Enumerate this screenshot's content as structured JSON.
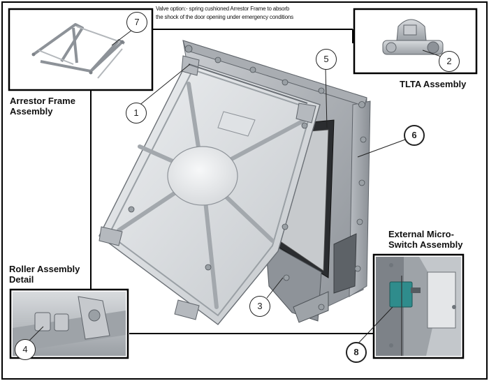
{
  "note": {
    "line1": "Valve option:- spring cushioned Arrestor Frame to absorb",
    "line2": "the shock of the door opening under emergency conditions"
  },
  "labels": {
    "arrestor_line1": "Arrestor Frame",
    "arrestor_line2": "Assembly",
    "tlta": "TLTA Assembly",
    "roller_line1": "Roller Assembly",
    "roller_line2": "Detail",
    "micro_line1": "External Micro-",
    "micro_line2": "Switch Assembly"
  },
  "callouts": {
    "c1": "1",
    "c2": "2",
    "c3": "3",
    "c4": "4",
    "c5": "5",
    "c6": "6",
    "c7": "7",
    "c8": "8"
  },
  "colors": {
    "frame": "#000000",
    "metal_light": "#d9dcdf",
    "metal_mid": "#b3b7bb",
    "metal_dark": "#7d8288",
    "switch_teal": "#2f8c8c"
  }
}
